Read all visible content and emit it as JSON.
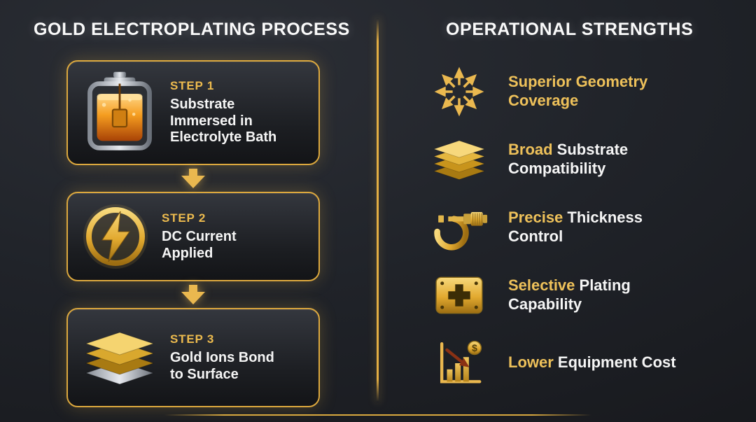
{
  "colors": {
    "accent_gold": "#e3ae43",
    "highlight_gold": "#eec15a",
    "text_white": "#f5f5f5",
    "background": "#202329"
  },
  "left": {
    "title": "GOLD ELECTROPLATING PROCESS",
    "steps": [
      {
        "label": "STEP 1",
        "text": "Substrate\nImmersed in\nElectrolyte Bath",
        "icon": "electrolyte-bath"
      },
      {
        "label": "STEP 2",
        "text": "DC Current\nApplied",
        "icon": "lightning-bolt"
      },
      {
        "label": "STEP 3",
        "text": "Gold Ions Bond\nto Surface",
        "icon": "gold-layer-stack"
      }
    ]
  },
  "right": {
    "title": "OPERATIONAL STRENGTHS",
    "items": [
      {
        "gold": "Superior Geometry Coverage",
        "white": "",
        "icon": "radiating-arrows"
      },
      {
        "gold": "Broad",
        "white": " Substrate Compatibility",
        "icon": "substrate-layers"
      },
      {
        "gold": "Precise",
        "white": " Thickness Control",
        "icon": "micrometer"
      },
      {
        "gold": "Selective",
        "white": " Plating Capability",
        "icon": "masked-plate"
      },
      {
        "gold": "Lower",
        "white": " Equipment Cost",
        "icon": "cost-chart",
        "coin_symbol": "$"
      }
    ]
  }
}
